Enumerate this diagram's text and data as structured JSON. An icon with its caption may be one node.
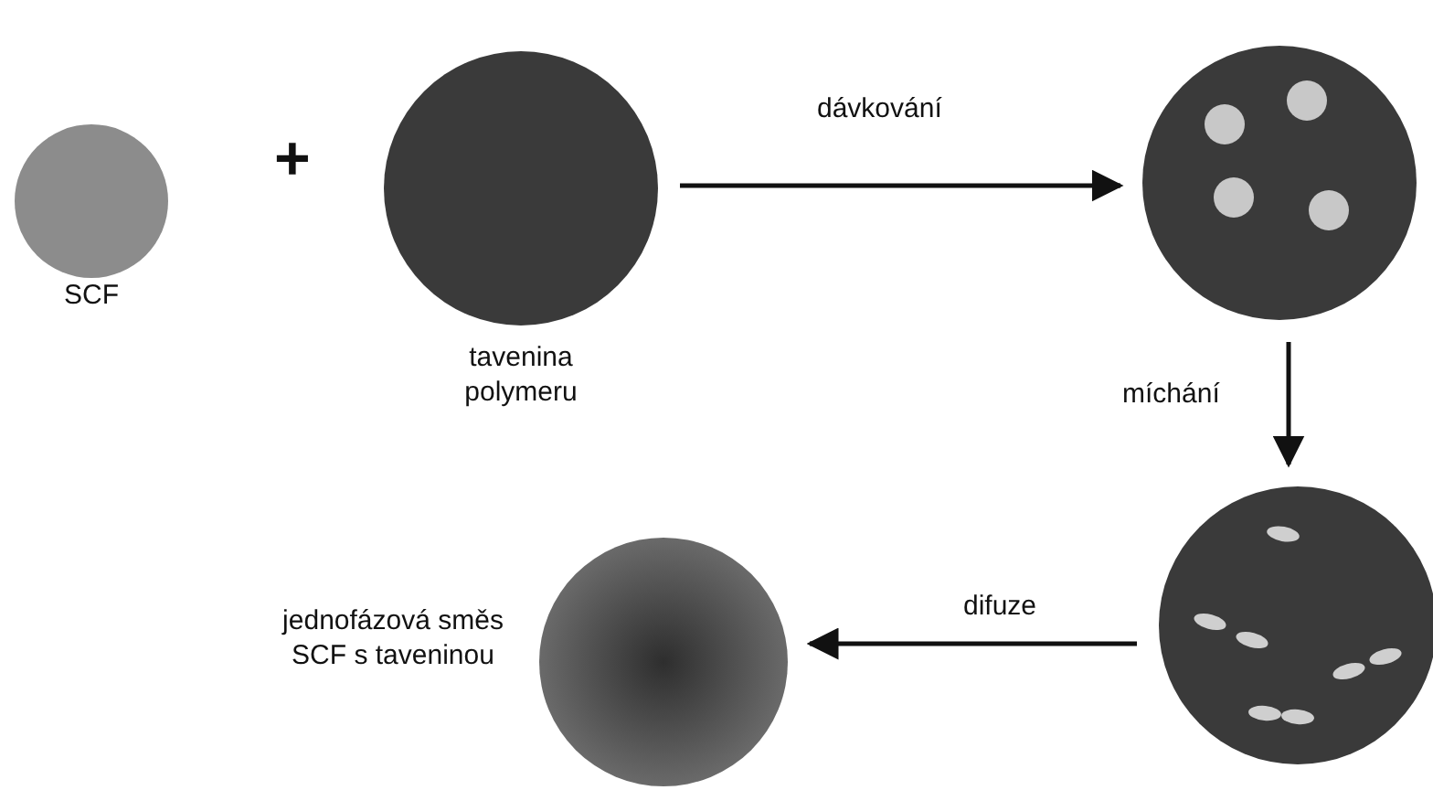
{
  "diagram": {
    "nodes": [
      {
        "text": [
          "SCF"
        ]
      },
      {
        "text": [
          "tavenina polymeru"
        ]
      },
      {
        "text": [],
        "shape": "circle"
      },
      {
        "text": [],
        "shape": "circle"
      },
      {
        "text": [
          "jednofázová směs SCF s taveninou"
        ]
      }
    ],
    "edges": [
      {
        "from": 1,
        "to": 2,
        "arrow": "to",
        "label": "dávkování"
      },
      {
        "from": 2,
        "to": 3,
        "arrow": "to",
        "label": "míchání"
      },
      {
        "from": 3,
        "to": 4,
        "arrow": "to",
        "label": "difuze"
      }
    ],
    "labels": [
      "+"
    ]
  }
}
